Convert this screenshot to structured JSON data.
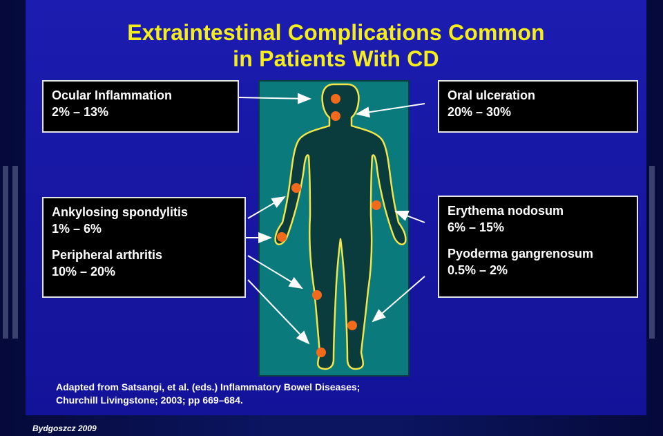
{
  "slide": {
    "title_line1": "Extraintestinal Complications Common",
    "title_line2": "in Patients With CD",
    "colors": {
      "title": "#f5ee1a",
      "slide_background": "#1a1aa8",
      "figure_panel": "#0b7a7c",
      "body_silhouette": "#0a3b3d",
      "body_outline": "#f2e64a",
      "marker": "#f26a1b",
      "box_background": "#000000",
      "box_border": "#e6e6e6"
    }
  },
  "callouts": {
    "ocular": {
      "label": "Ocular Inflammation",
      "range": "2% – 13%"
    },
    "oral": {
      "label": "Oral ulceration",
      "range": "20% – 30%"
    },
    "ankylosing": {
      "label": "Ankylosing spondylitis",
      "range": "1% – 6%"
    },
    "peripheral": {
      "label": "Peripheral arthritis",
      "range": "10% – 20%"
    },
    "erythema": {
      "label": "Erythema nodosum",
      "range": "6% – 15%"
    },
    "pyoderma": {
      "label": "Pyoderma gangrenosum",
      "range": "0.5% – 2%"
    }
  },
  "source": {
    "line1": "Adapted from Satsangi, et al. (eds.) Inflammatory Bowel Diseases;",
    "line2": "Churchill Livingstone; 2003; pp 669–684."
  },
  "footer": {
    "text": "Bydgoszcz 2009"
  }
}
